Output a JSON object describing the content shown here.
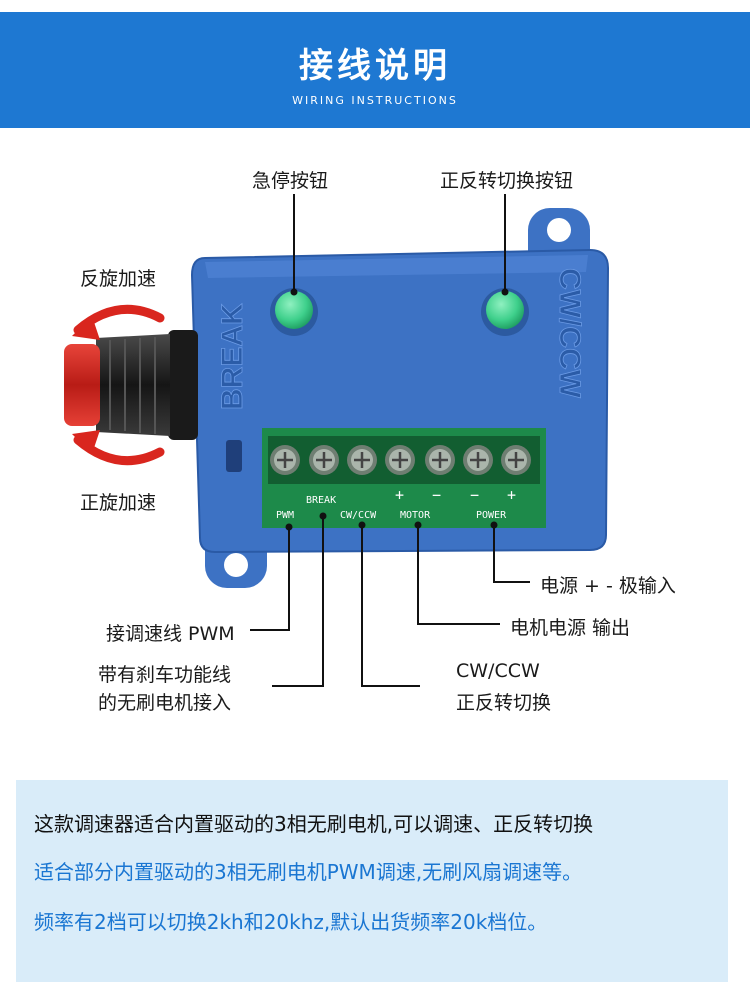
{
  "header": {
    "title": "接线说明",
    "subtitle": "WIRING INSTRUCTIONS"
  },
  "labels": {
    "emergency_stop": "急停按钮",
    "direction_switch": "正反转切换按钮",
    "reverse_accel": "反旋加速",
    "forward_accel": "正旋加速",
    "power_input": "电源 + - 极输入",
    "motor_output": "电机电源 输出",
    "pwm_wire": "接调速线 PWM",
    "brake_wire_line1": "带有刹车功能线",
    "brake_wire_line2": "的无刷电机接入",
    "cw_ccw_line1": "CW/CCW",
    "cw_ccw_line2": "正反转切换"
  },
  "board": {
    "case_text_left": "BREAK",
    "case_text_right": "CW/CCW",
    "pcb_labels": {
      "pwm": "PWM",
      "break": "BREAK",
      "cw_ccw": "CW/CCW",
      "motor": "MOTOR",
      "power": "POWER",
      "plus": "+",
      "minus": "−"
    }
  },
  "info": {
    "line1": "这款调速器适合内置驱动的3相无刷电机,可以调速、正反转切换",
    "line2": "适合部分内置驱动的3相无刷电机PWM调速,无刷风扇调速等。",
    "line3": "频率有2档可以切换2kh和20khz,默认出货频率20k档位。"
  },
  "colors": {
    "banner": "#1e78d2",
    "case": "#3d72c4",
    "pcb": "#1d8a4a",
    "button": "#3fd08c",
    "knob": "#c8231e",
    "info_bg": "#d9ecf9",
    "info_text_blue": "#1a76d2"
  }
}
